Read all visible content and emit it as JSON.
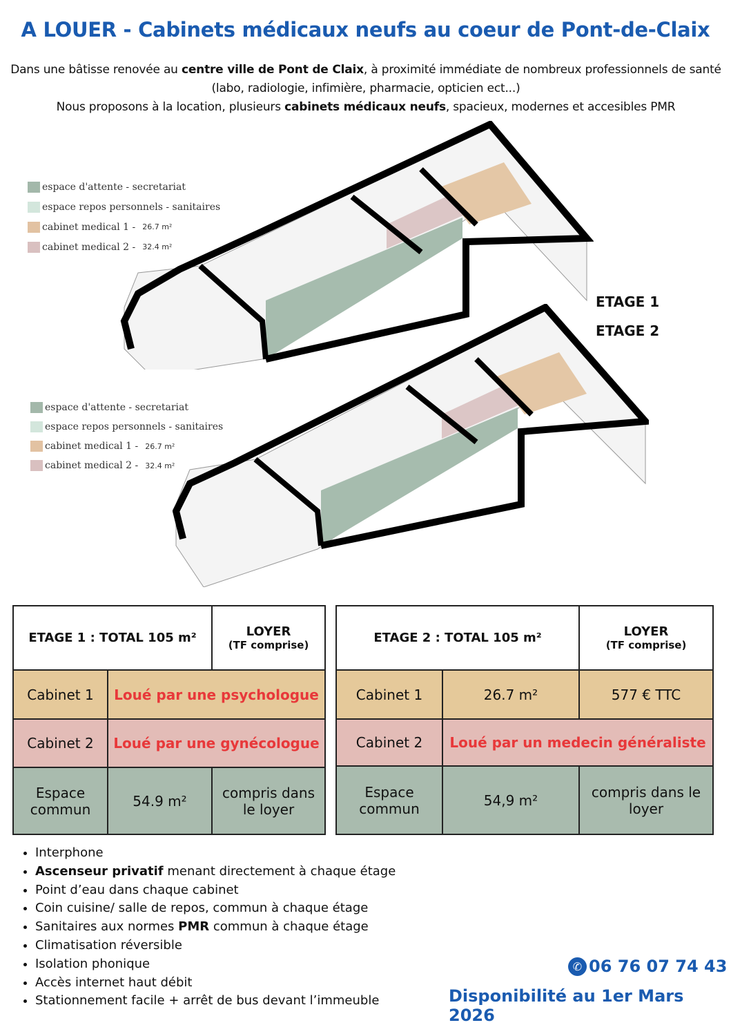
{
  "title": "A LOUER - Cabinets médicaux neufs au coeur de Pont-de-Claix",
  "intro": {
    "l1a": "Dans une bâtisse renovée au ",
    "l1b": "centre ville de Pont de Claix",
    "l1c": ", à proximité immédiate de nombreux professionnels de santé (labo, radiologie, infimière, pharmacie, opticien ect...)",
    "l2a": "Nous proposons à la location, plusieurs ",
    "l2b": "cabinets médicaux neufs",
    "l2c": ", spacieux, modernes et accesibles PMR"
  },
  "legend": [
    {
      "label": "espace d'attente - secretariat",
      "color": "#a3b8aa"
    },
    {
      "label": "espace repos personnels - sanitaires",
      "color": "#d3e6dc"
    },
    {
      "label": "cabinet medical 1 -",
      "area": "26.7 m²",
      "color": "#e2c2a2"
    },
    {
      "label": "cabinet medical 2 -",
      "area": "32.4 m²",
      "color": "#d9c0c0"
    }
  ],
  "etage_labels": [
    "ETAGE 1",
    "ETAGE 2"
  ],
  "table1": {
    "header": "ETAGE 1 : TOTAL 105 m²",
    "loyer": "LOYER",
    "tf": "(TF comprise)",
    "rows": [
      {
        "name": "Cabinet 1",
        "status": "Loué par une psychologue"
      },
      {
        "name": "Cabinet 2",
        "status": "Loué par une gynécologue"
      },
      {
        "name": "Espace commun",
        "area": "54.9 m²",
        "loyer": "compris dans le loyer"
      }
    ]
  },
  "table2": {
    "header": "ETAGE 2 : TOTAL 105 m²",
    "loyer": "LOYER",
    "tf": "(TF comprise)",
    "rows": [
      {
        "name": "Cabinet 1",
        "area": "26.7 m²",
        "loyer": "577 € TTC"
      },
      {
        "name": "Cabinet 2",
        "status": "Loué par un medecin généraliste"
      },
      {
        "name": "Espace commun",
        "area": "54,9 m²",
        "loyer": "compris dans le loyer"
      }
    ]
  },
  "features": [
    {
      "t": "Interphone"
    },
    {
      "b": "Ascenseur privatif",
      "t": " menant directement à chaque étage"
    },
    {
      "t": "Point d’eau dans chaque cabinet"
    },
    {
      "t": "Coin cuisine/ salle de repos, commun à chaque étage"
    },
    {
      "t": "Sanitaires aux normes ",
      "b2": "PMR",
      "t2": " commun à chaque étage"
    },
    {
      "t": "Climatisation réversible"
    },
    {
      "t": "Isolation phonique"
    },
    {
      "t": "Accès internet haut débit"
    },
    {
      "t": "Stationnement facile + arrêt de bus devant l’immeuble"
    }
  ],
  "phone": "06 76 07 74 43",
  "availability": "Disponibilité au 1er Mars 2026",
  "colors": {
    "blue": "#1a5bb0",
    "red": "#e8383a",
    "tan": "#e5c99a",
    "pink": "#e3bcb7",
    "sage": "#a9bbae"
  }
}
